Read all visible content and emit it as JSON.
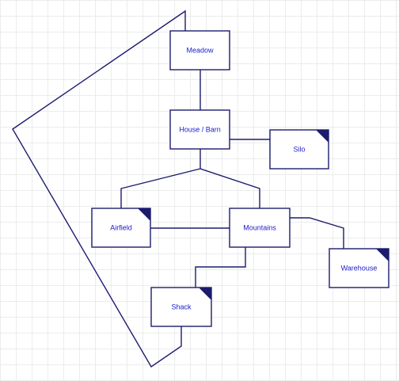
{
  "colors": {
    "line": "#1c1c6e",
    "text": "#1a1acc",
    "corner_fill": "#1c1c6e",
    "node_fill": "#ffffff"
  },
  "nodes": [
    {
      "id": "meadow",
      "label": "Meadow",
      "corner_marker": false
    },
    {
      "id": "house-barn",
      "label": "House / Barn",
      "corner_marker": false
    },
    {
      "id": "silo",
      "label": "Silo",
      "corner_marker": true
    },
    {
      "id": "airfield",
      "label": "Airfield",
      "corner_marker": true
    },
    {
      "id": "mountains",
      "label": "Mountains",
      "corner_marker": false
    },
    {
      "id": "warehouse",
      "label": "Warehouse",
      "corner_marker": true
    },
    {
      "id": "shack",
      "label": "Shack",
      "corner_marker": true
    }
  ],
  "connections": [
    {
      "from": "meadow",
      "to": "house-barn"
    },
    {
      "from": "house-barn",
      "to": "silo"
    },
    {
      "from": "house-barn",
      "to": "airfield"
    },
    {
      "from": "house-barn",
      "to": "mountains"
    },
    {
      "from": "airfield",
      "to": "mountains"
    },
    {
      "from": "mountains",
      "to": "warehouse"
    },
    {
      "from": "mountains",
      "to": "shack"
    },
    {
      "from": "shack",
      "to": "meadow"
    }
  ]
}
